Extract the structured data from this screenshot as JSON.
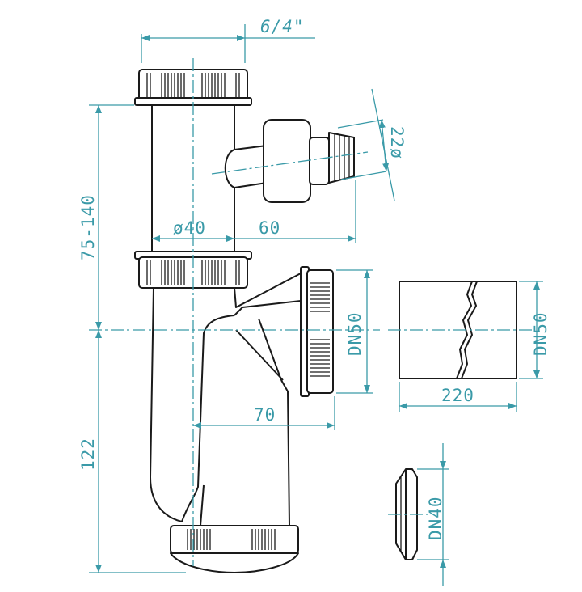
{
  "colors": {
    "outline": "#1a1a1a",
    "dimension": "#3a9aa8",
    "background": "#ffffff"
  },
  "labels": {
    "thread_size": "6/4\"",
    "height_range": "75-140",
    "pipe_diameter": "ø40",
    "hose_offset": "60",
    "hose_diameter": "22ø",
    "outlet_dn": "DN50",
    "outlet_offset": "70",
    "lower_height": "122",
    "pipe_dn": "DN50",
    "pipe_length": "220",
    "seal_dn": "DN40"
  }
}
